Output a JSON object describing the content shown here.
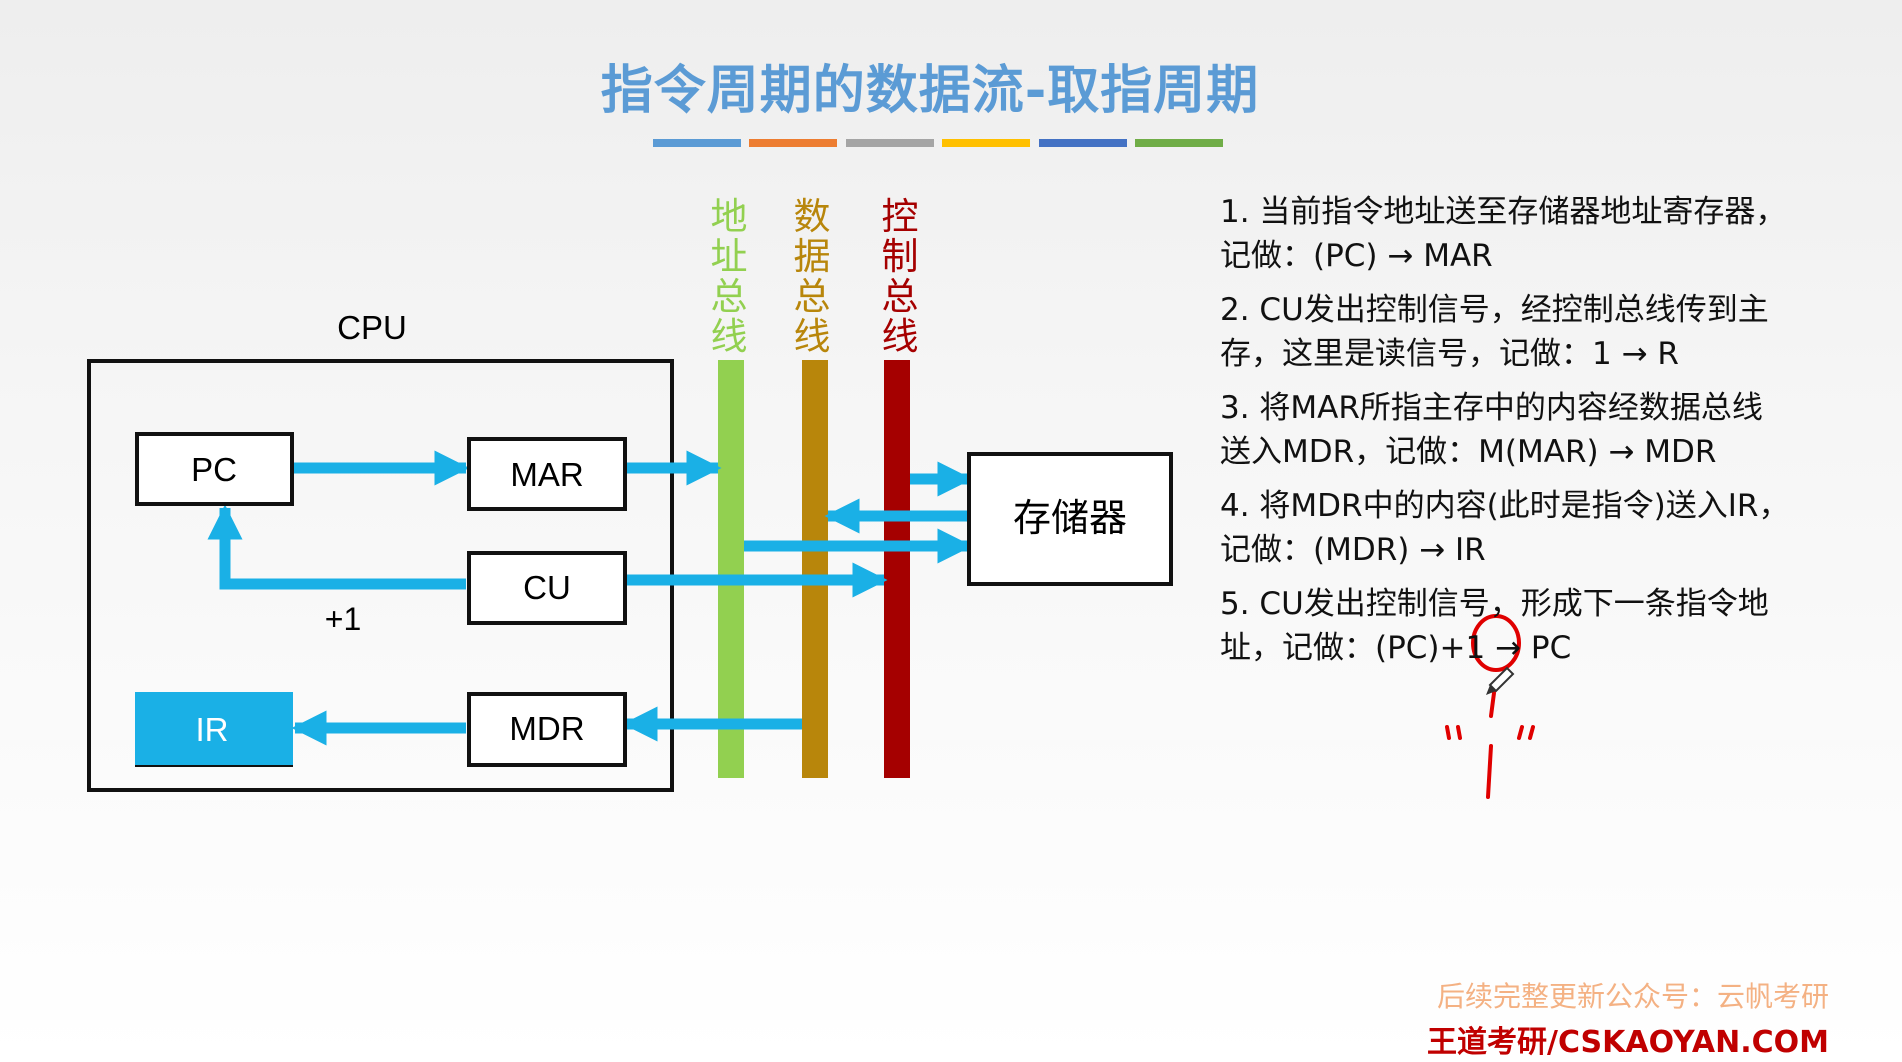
{
  "title": "指令周期的数据流-取指周期",
  "colors": {
    "title": "#5b9bd5",
    "strip": [
      "#5b9bd5",
      "#ed7d31",
      "#a5a5a5",
      "#ffc000",
      "#4472c4",
      "#70ad47"
    ],
    "arrow": "#1ab0e6",
    "address_bus": "#92d050",
    "data_bus": "#b8860b",
    "control_bus": "#a50000",
    "ir_fill": "#1ab0e6",
    "annotation": "#e00000"
  },
  "diagram": {
    "cpu_label": "CPU",
    "pc": "PC",
    "mar": "MAR",
    "cu": "CU",
    "ir": "IR",
    "mdr": "MDR",
    "plus_one": "+1",
    "memory": "存储器",
    "buses": {
      "address": [
        "地",
        "址",
        "总",
        "线"
      ],
      "data": [
        "数",
        "据",
        "总",
        "线"
      ],
      "control": [
        "控",
        "制",
        "总",
        "线"
      ]
    }
  },
  "steps": [
    {
      "line1": "1. 当前指令地址送至存储器地址寄存器，",
      "line2": "记做：(PC) → MAR"
    },
    {
      "line1": "2. CU发出控制信号，经控制总线传到主",
      "line2": "存，这里是读信号，记做：1 → R"
    },
    {
      "line1": "3. 将MAR所指主存中的内容经数据总线",
      "line2": "送入MDR，记做：M(MAR) → MDR"
    },
    {
      "line1": "4. 将MDR中的内容(此时是指令)送入IR，",
      "line2": "记做：(MDR) → IR"
    },
    {
      "line1": "5. CU发出控制信号，形成下一条指令地",
      "line2": "址，记做：(PC)+1 → PC"
    }
  ],
  "footer": {
    "line1": "后续完整更新公众号：云帆考研",
    "line2": "王道考研/CSKAOYAN.COM"
  }
}
